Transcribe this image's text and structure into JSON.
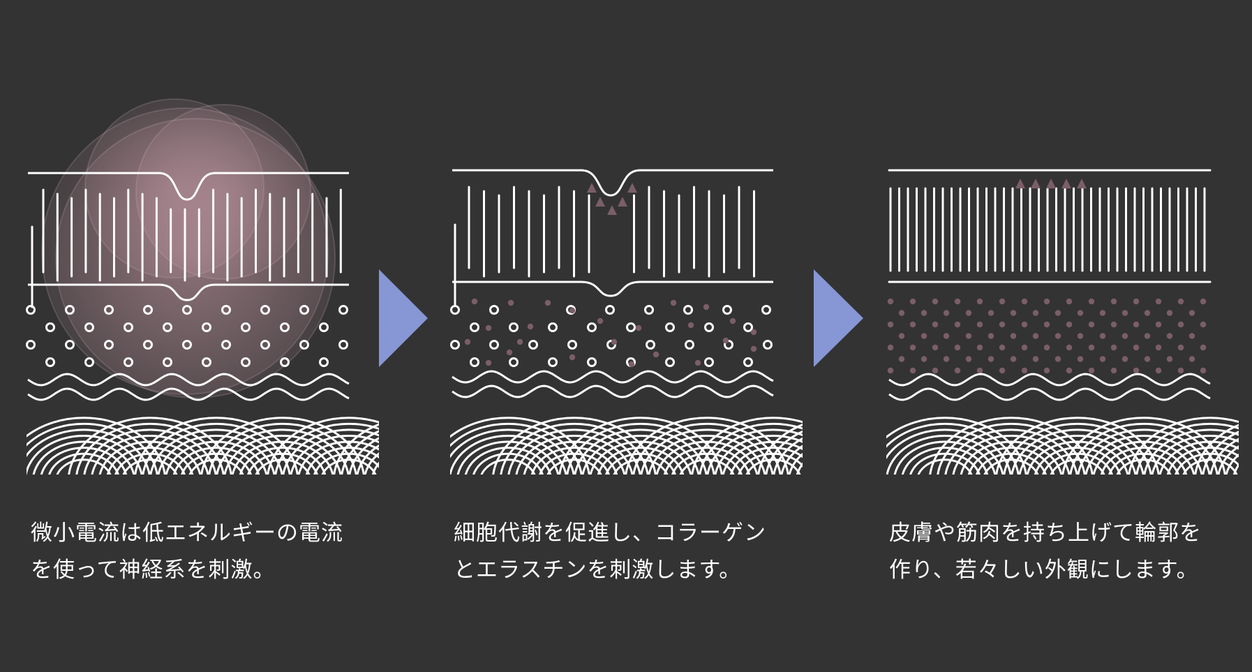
{
  "colors": {
    "background": "#333333",
    "line": "#ffffff",
    "particle": "#7a5e68",
    "arrow": "#8796d4",
    "glow": "#d7a7b4"
  },
  "panels": [
    {
      "id": "step-1",
      "caption": [
        "微小電流は低エネルギーの電流",
        "を使って神経系を刺激。"
      ]
    },
    {
      "id": "step-2",
      "caption": [
        "細胞代謝を促進し、コラーゲン",
        "とエラスチンを刺激します。"
      ]
    },
    {
      "id": "step-3",
      "caption": [
        "皮膚や筋肉を持ち上げて輪郭を",
        "作り、若々しい外観にします。"
      ]
    }
  ],
  "arrows": [
    {
      "from": "step-1",
      "to": "step-2",
      "icon": "right-triangle-arrow-icon"
    },
    {
      "from": "step-2",
      "to": "step-3",
      "icon": "right-triangle-arrow-icon"
    }
  ]
}
